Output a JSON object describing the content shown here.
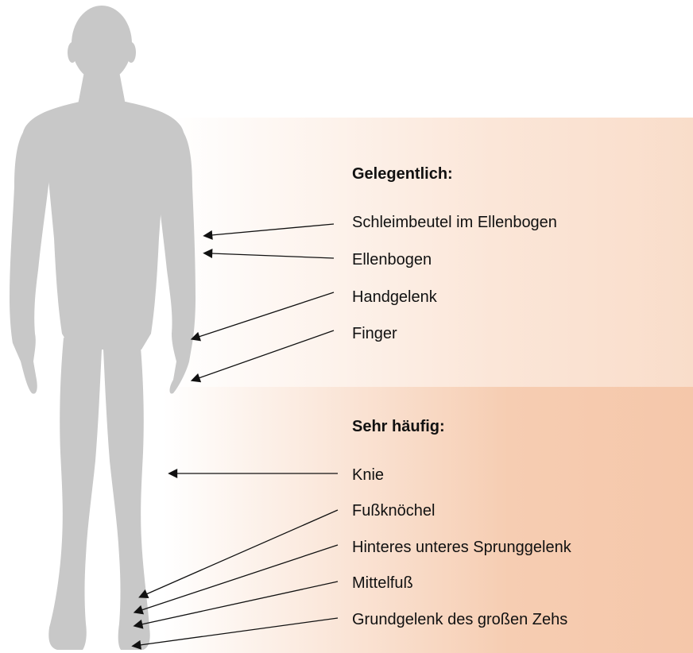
{
  "sections": [
    {
      "heading": "Gelegentlich:",
      "items": [
        "Schleimbeutel im Ellenbogen",
        "Ellenbogen",
        "Handgelenk",
        "Finger"
      ]
    },
    {
      "heading": "Sehr häufig:",
      "items": [
        "Knie",
        "Fußknöchel",
        "Hinteres unteres Sprunggelenk",
        "Mittelfuß",
        "Grundgelenk des großen Zehs"
      ]
    }
  ],
  "colors": {
    "silhouette": "#c8c8c8",
    "band_top": "#fbe3d3",
    "band_bottom": "#f6caae",
    "arrow": "#111111"
  }
}
